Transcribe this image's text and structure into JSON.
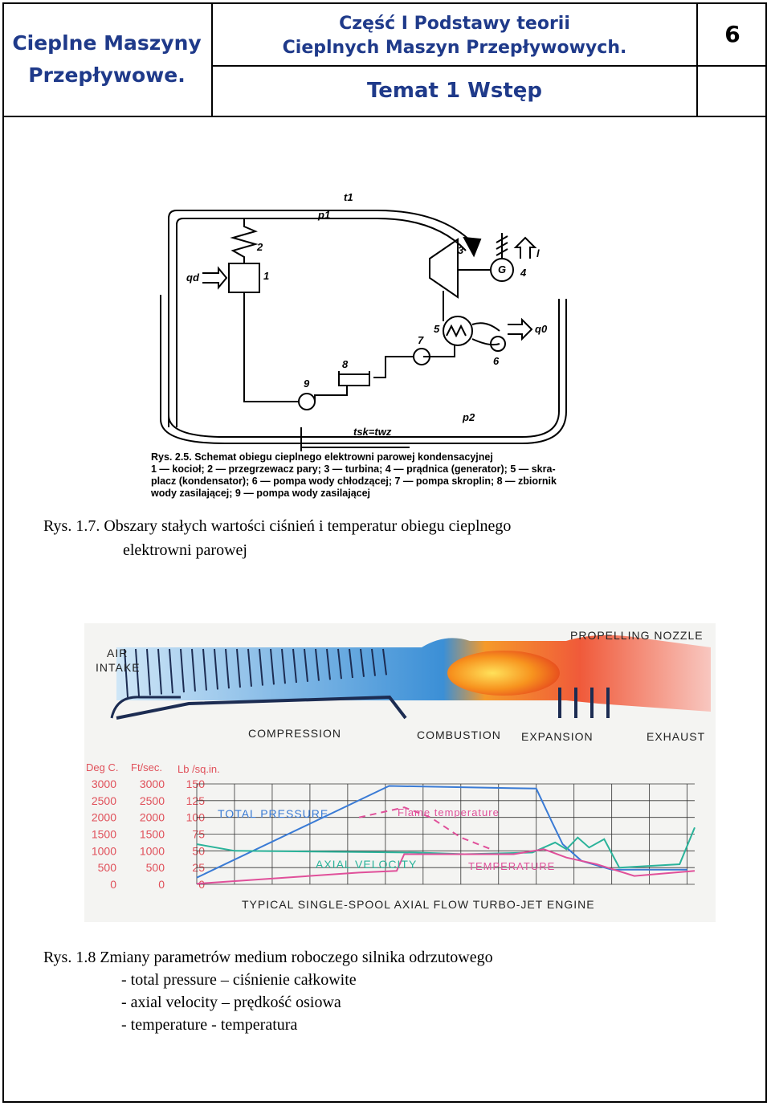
{
  "header": {
    "course_line1": "Cieplne Maszyny",
    "course_line2": "Przepływowe.",
    "part_line1": "Część I Podstawy teorii",
    "part_line2": "Cieplnych Maszyn Przepływowych.",
    "topic": "Temat 1 Wstęp",
    "page_number": "6"
  },
  "figure1": {
    "labels": {
      "t1": "t1",
      "p1": "p1",
      "qd": "qd",
      "q0": "q0",
      "p2": "p2",
      "tsk": "tsk=twz",
      "n1": "1",
      "n2": "2",
      "n3": "3",
      "n4": "4",
      "n5": "5",
      "n6": "6",
      "n7": "7",
      "n8": "8",
      "n9": "9",
      "l": "l"
    },
    "scan_caption": [
      "Rys. 2.5. Schemat obiegu cieplnego elektrowni parowej kondensacyjnej",
      "1 — kocioł; 2 — przegrzewacz pary; 3 — turbina; 4 — prądnica (generator); 5 — skra-",
      "placz (kondensator); 6 — pompa wody chłodzącej; 7 — pompa skroplin; 8 — zbiornik",
      "wody zasilającej; 9 — pompa wody zasilającej"
    ],
    "caption_line1": "Rys. 1.7. Obszary stałych wartości ciśnień i temperatur obiegu cieplnego",
    "caption_line2": "elektrowni parowej"
  },
  "figure2": {
    "engine_labels": {
      "air_intake_1": "AIR",
      "air_intake_2": "INTAKE",
      "propelling_nozzle": "PROPELLING NOZZLE",
      "compression": "COMPRESSION",
      "combustion": "COMBUSTION",
      "expansion": "EXPANSION",
      "exhaust": "EXHAUST"
    },
    "axis_headers": {
      "deg": "Deg C.",
      "fts": "Ft/sec.",
      "lb": "Lb /sq.in."
    },
    "series_labels": {
      "total_pressure": "TOTAL PRESSURE",
      "flame_temperature": "Flame temperature",
      "axial_velocity": "AXIAL VELOCITY",
      "temperature": "TEMPERATURE"
    },
    "bottom_title": "TYPICAL SINGLE-SPOOL AXIAL FLOW TURBO-JET ENGINE",
    "caption_line1": "Rys. 1.8 Zmiany parametrów medium roboczego silnika odrzutowego",
    "caption_items": [
      "-   total pressure – ciśnienie całkowite",
      "-   axial velocity – prędkość osiowa",
      "-   temperature - temperatura"
    ],
    "colors": {
      "pressure": "#3a7bd5",
      "velocity": "#2bb39a",
      "temperature": "#e0509a",
      "axis_text": "#e0505a"
    }
  },
  "chart_data": {
    "type": "line",
    "xlabel": "",
    "ylabel": "",
    "axes": [
      {
        "label": "Deg C.",
        "ticks": [
          0,
          500,
          1000,
          1500,
          2000,
          2500,
          3000
        ]
      },
      {
        "label": "Ft/sec.",
        "ticks": [
          0,
          500,
          1000,
          1500,
          2000,
          2500,
          3000
        ]
      },
      {
        "label": "Lb /sq.in.",
        "ticks": [
          0,
          25,
          50,
          75,
          100,
          125,
          150
        ]
      }
    ],
    "x": [
      0,
      1,
      2,
      3,
      4,
      5,
      6,
      7,
      8,
      9,
      10,
      11,
      12,
      13
    ],
    "series": [
      {
        "name": "TOTAL PRESSURE",
        "axis": "Lb /sq.in.",
        "points": [
          [
            0,
            10
          ],
          [
            5.1,
            147
          ],
          [
            9.0,
            143
          ],
          [
            9.4,
            95
          ],
          [
            9.7,
            60
          ],
          [
            10.2,
            35
          ],
          [
            11.0,
            22
          ],
          [
            13.0,
            22
          ]
        ]
      },
      {
        "name": "AXIAL VELOCITY",
        "axis": "Ft/sec.",
        "points": [
          [
            0,
            1200
          ],
          [
            1.0,
            1000
          ],
          [
            5.8,
            950
          ],
          [
            7.1,
            900
          ],
          [
            8.9,
            950
          ],
          [
            9.5,
            1250
          ],
          [
            9.8,
            1050
          ],
          [
            10.1,
            1400
          ],
          [
            10.4,
            1100
          ],
          [
            10.8,
            1350
          ],
          [
            11.2,
            500
          ],
          [
            12.8,
            600
          ],
          [
            13.2,
            1700
          ]
        ]
      },
      {
        "name": "Flame temperature",
        "axis": "Deg C.",
        "points": [
          [
            4.3,
            2000
          ],
          [
            5.5,
            2300
          ],
          [
            6.2,
            2000
          ],
          [
            7.0,
            1400
          ],
          [
            7.8,
            1050
          ]
        ]
      },
      {
        "name": "TEMPERATURE",
        "axis": "Deg C.",
        "points": [
          [
            0,
            20
          ],
          [
            4.3,
            350
          ],
          [
            5.3,
            400
          ],
          [
            5.5,
            900
          ],
          [
            8.4,
            900
          ],
          [
            9.2,
            1050
          ],
          [
            9.8,
            800
          ],
          [
            10.6,
            600
          ],
          [
            11.6,
            250
          ],
          [
            13.2,
            400
          ]
        ]
      }
    ]
  }
}
